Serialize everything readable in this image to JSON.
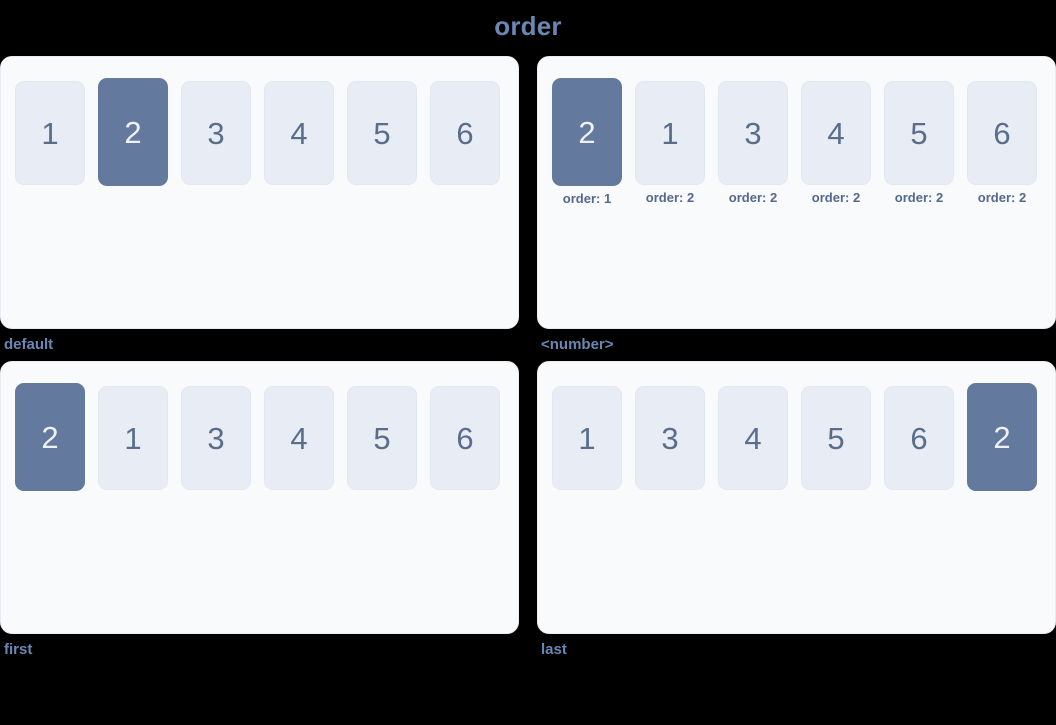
{
  "page": {
    "title": "order",
    "title_color": "#6b87b3",
    "background": "#000000"
  },
  "theme": {
    "panel_bg": "#f9fafc",
    "panel_border": "#e7ebf2",
    "box_bg": "#e8ecf5",
    "box_text": "#5a6e8c",
    "box_active_bg": "#64799e",
    "box_active_text": "#eef1f7",
    "caption_color": "#6b87b3",
    "order_label_color": "#55698c"
  },
  "demos": [
    {
      "caption": "default",
      "show_order_labels": false,
      "items": [
        {
          "label": "1",
          "active": false,
          "order_label": ""
        },
        {
          "label": "2",
          "active": true,
          "order_label": ""
        },
        {
          "label": "3",
          "active": false,
          "order_label": ""
        },
        {
          "label": "4",
          "active": false,
          "order_label": ""
        },
        {
          "label": "5",
          "active": false,
          "order_label": ""
        },
        {
          "label": "6",
          "active": false,
          "order_label": ""
        }
      ]
    },
    {
      "caption": "<number>",
      "show_order_labels": true,
      "items": [
        {
          "label": "2",
          "active": true,
          "order_label": "order: 1"
        },
        {
          "label": "1",
          "active": false,
          "order_label": "order: 2"
        },
        {
          "label": "3",
          "active": false,
          "order_label": "order: 2"
        },
        {
          "label": "4",
          "active": false,
          "order_label": "order: 2"
        },
        {
          "label": "5",
          "active": false,
          "order_label": "order: 2"
        },
        {
          "label": "6",
          "active": false,
          "order_label": "order: 2"
        }
      ]
    },
    {
      "caption": "first",
      "show_order_labels": false,
      "items": [
        {
          "label": "2",
          "active": true,
          "order_label": ""
        },
        {
          "label": "1",
          "active": false,
          "order_label": ""
        },
        {
          "label": "3",
          "active": false,
          "order_label": ""
        },
        {
          "label": "4",
          "active": false,
          "order_label": ""
        },
        {
          "label": "5",
          "active": false,
          "order_label": ""
        },
        {
          "label": "6",
          "active": false,
          "order_label": ""
        }
      ]
    },
    {
      "caption": "last",
      "show_order_labels": false,
      "items": [
        {
          "label": "1",
          "active": false,
          "order_label": ""
        },
        {
          "label": "3",
          "active": false,
          "order_label": ""
        },
        {
          "label": "4",
          "active": false,
          "order_label": ""
        },
        {
          "label": "5",
          "active": false,
          "order_label": ""
        },
        {
          "label": "6",
          "active": false,
          "order_label": ""
        },
        {
          "label": "2",
          "active": true,
          "order_label": ""
        }
      ]
    }
  ]
}
